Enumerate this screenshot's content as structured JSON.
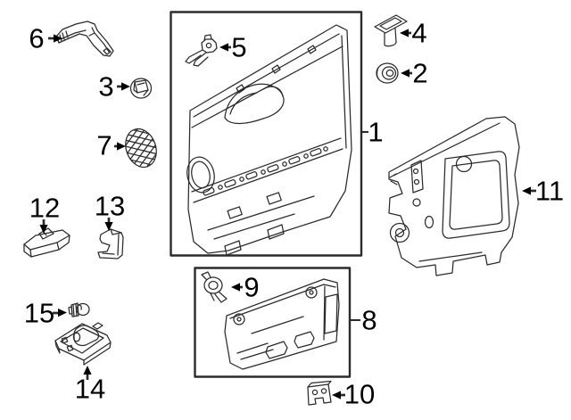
{
  "diagram": {
    "kind": "exploded-parts-diagram",
    "colors": {
      "background": "#ffffff",
      "line": "#2b2b2b",
      "label": "#000000"
    },
    "callouts": [
      {
        "label": "1"
      },
      {
        "label": "2"
      },
      {
        "label": "3"
      },
      {
        "label": "4"
      },
      {
        "label": "5"
      },
      {
        "label": "6"
      },
      {
        "label": "7"
      },
      {
        "label": "8"
      },
      {
        "label": "9"
      },
      {
        "label": "10"
      },
      {
        "label": "11"
      },
      {
        "label": "12"
      },
      {
        "label": "13"
      },
      {
        "label": "14"
      },
      {
        "label": "15"
      }
    ]
  }
}
